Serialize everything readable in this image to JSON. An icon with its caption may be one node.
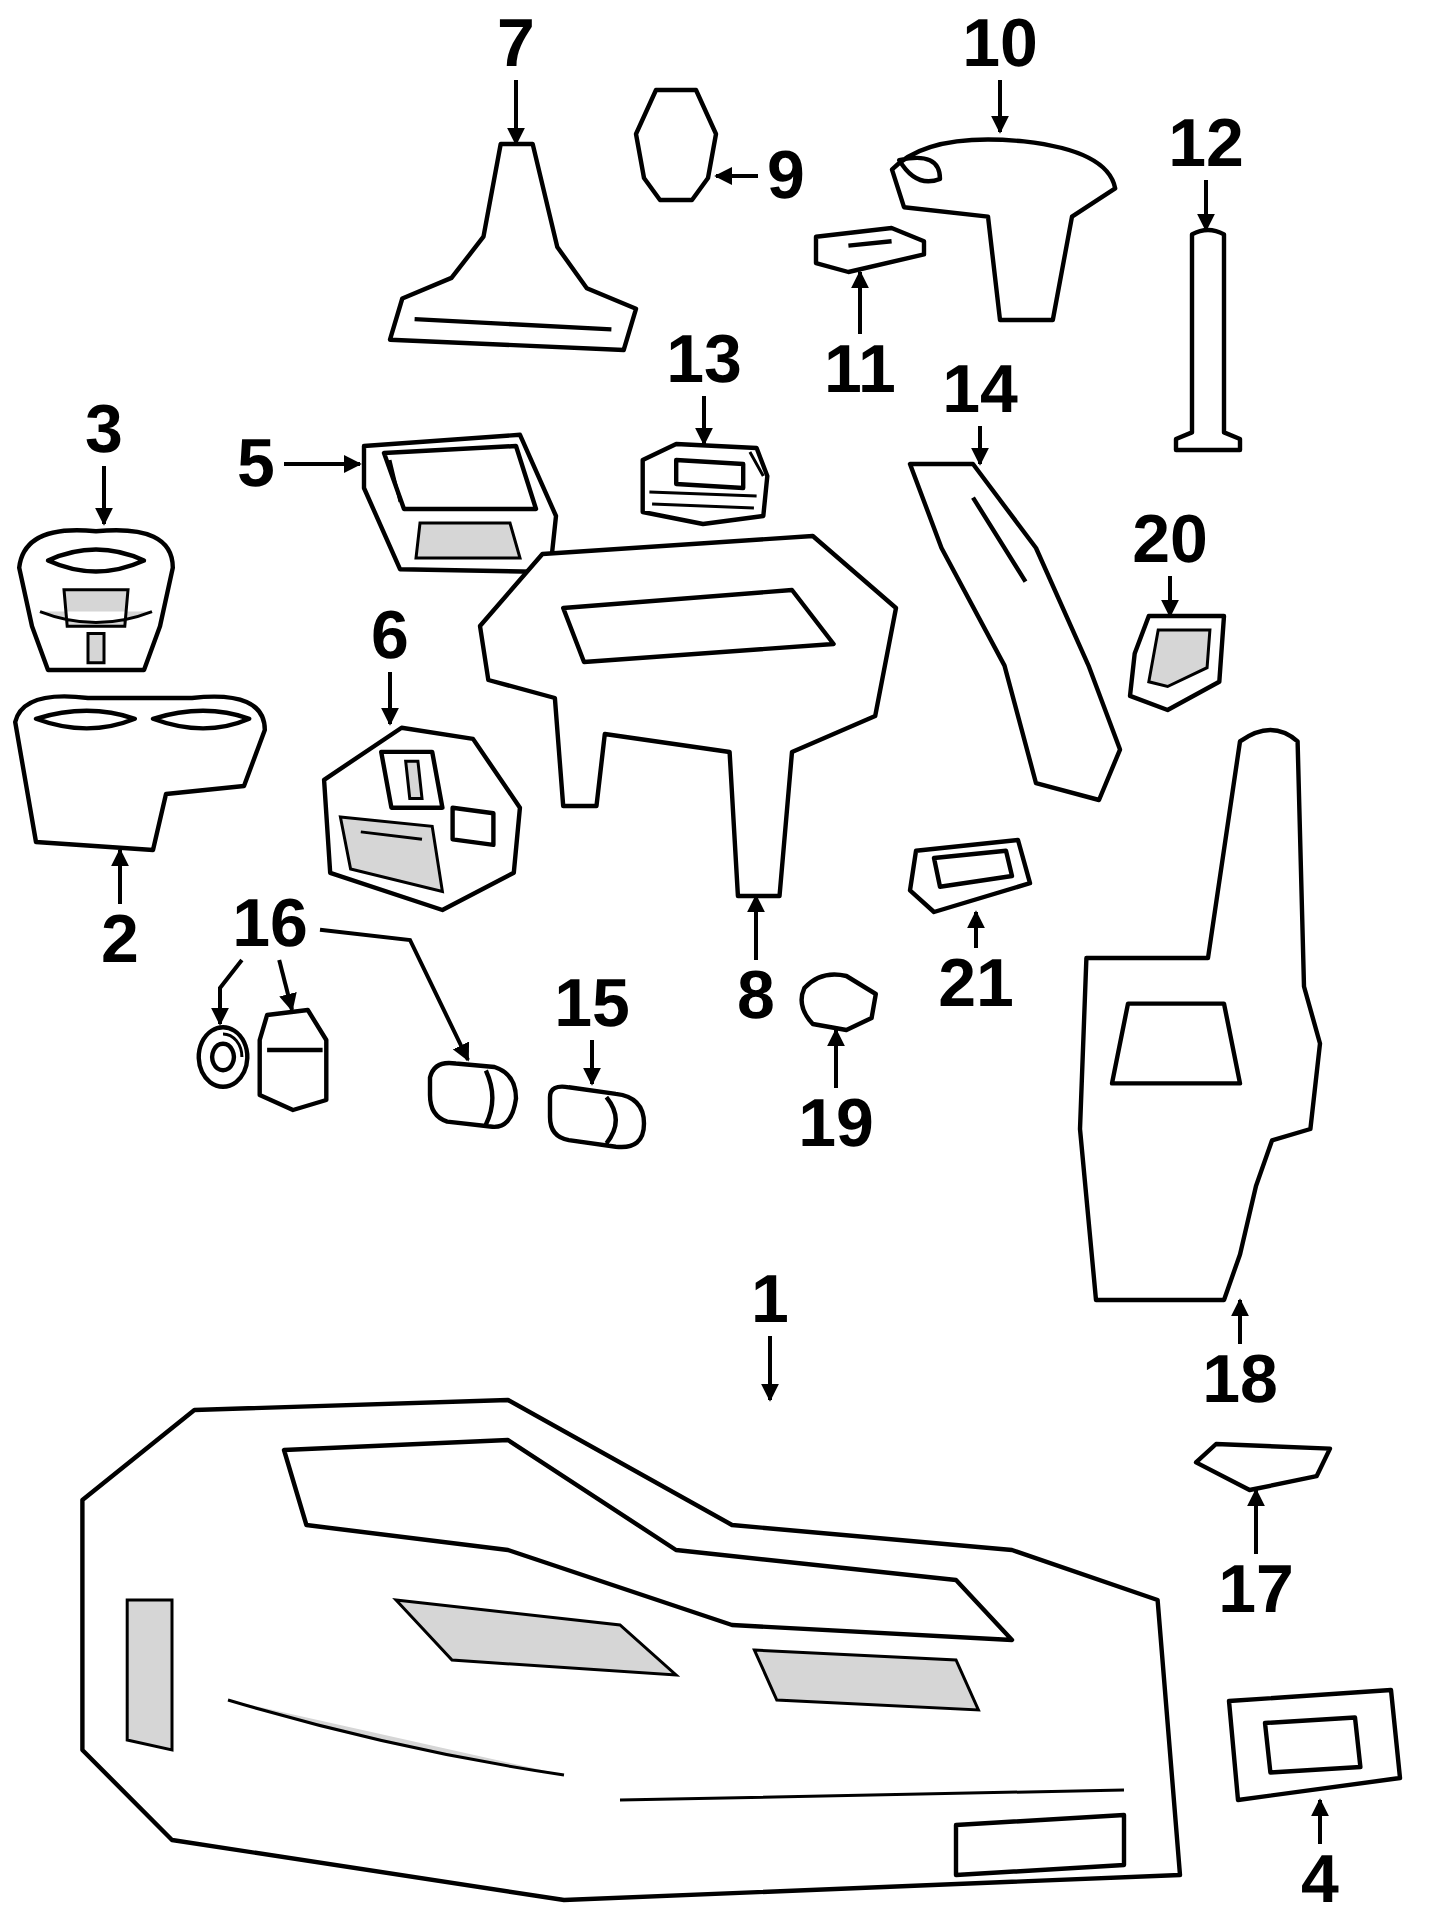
{
  "diagram": {
    "nodes": [
      {
        "text": [
          "1"
        ]
      },
      {
        "text": [],
        "shape": "picture"
      },
      {
        "text": [
          "2"
        ]
      },
      {
        "text": [],
        "shape": "picture"
      },
      {
        "text": [
          "3"
        ]
      },
      {
        "text": [],
        "shape": "picture"
      },
      {
        "text": [
          "4"
        ]
      },
      {
        "text": [],
        "shape": "picture"
      },
      {
        "text": [
          "5"
        ]
      },
      {
        "text": [],
        "shape": "picture"
      },
      {
        "text": [
          "6"
        ]
      },
      {
        "text": [],
        "shape": "picture"
      },
      {
        "text": [
          "7"
        ]
      },
      {
        "text": [],
        "shape": "picture"
      },
      {
        "text": [
          "8"
        ]
      },
      {
        "text": [],
        "shape": "picture"
      },
      {
        "text": [
          "9"
        ]
      },
      {
        "text": [],
        "shape": "picture"
      },
      {
        "text": [
          "10"
        ]
      },
      {
        "text": [],
        "shape": "picture"
      },
      {
        "text": [
          "11"
        ]
      },
      {
        "text": [],
        "shape": "picture"
      },
      {
        "text": [
          "12"
        ]
      },
      {
        "text": [],
        "shape": "picture"
      },
      {
        "text": [
          "13"
        ]
      },
      {
        "text": [],
        "shape": "picture"
      },
      {
        "text": [
          "14"
        ]
      },
      {
        "text": [],
        "shape": "picture"
      },
      {
        "text": [
          "15"
        ]
      },
      {
        "text": [],
        "shape": "picture"
      },
      {
        "text": [
          "16"
        ]
      },
      {
        "text": [],
        "shape": "picture"
      },
      {
        "text": [],
        "shape": "picture"
      },
      {
        "text": [],
        "shape": "picture"
      },
      {
        "text": [
          "17"
        ]
      },
      {
        "text": [],
        "shape": "picture"
      },
      {
        "text": [
          "18"
        ]
      },
      {
        "text": [],
        "shape": "picture"
      },
      {
        "text": [
          "19"
        ]
      },
      {
        "text": [],
        "shape": "picture"
      },
      {
        "text": [
          "20"
        ]
      },
      {
        "text": [],
        "shape": "picture"
      },
      {
        "text": [
          "21"
        ]
      },
      {
        "text": [],
        "shape": "picture"
      }
    ],
    "edges": [
      {
        "from": 0,
        "to": 1,
        "arrow": "to"
      },
      {
        "from": 2,
        "to": 3,
        "arrow": "to"
      },
      {
        "from": 4,
        "to": 5,
        "arrow": "to"
      },
      {
        "from": 6,
        "to": 7,
        "arrow": "to"
      },
      {
        "from": 8,
        "to": 9,
        "arrow": "to"
      },
      {
        "from": 10,
        "to": 11,
        "arrow": "to"
      },
      {
        "from": 12,
        "to": 13,
        "arrow": "to"
      },
      {
        "from": 14,
        "to": 15,
        "arrow": "to"
      },
      {
        "from": 16,
        "to": 17,
        "arrow": "to"
      },
      {
        "from": 18,
        "to": 19,
        "arrow": "to"
      },
      {
        "from": 20,
        "to": 21,
        "arrow": "to"
      },
      {
        "from": 22,
        "to": 23,
        "arrow": "to"
      },
      {
        "from": 24,
        "to": 25,
        "arrow": "to"
      },
      {
        "from": 26,
        "to": 27,
        "arrow": "to"
      },
      {
        "from": 28,
        "to": 29,
        "arrow": "to"
      },
      {
        "from": 30,
        "to": 31,
        "arrow": "to"
      },
      {
        "from": 30,
        "to": 32,
        "arrow": "to"
      },
      {
        "from": 30,
        "to": 33,
        "arrow": "to"
      },
      {
        "from": 34,
        "to": 35,
        "arrow": "to"
      },
      {
        "from": 36,
        "to": 37,
        "arrow": "to"
      },
      {
        "from": 38,
        "to": 39,
        "arrow": "to"
      },
      {
        "from": 40,
        "to": 41,
        "arrow": "to"
      },
      {
        "from": 42,
        "to": 43,
        "arrow": "to"
      }
    ]
  }
}
